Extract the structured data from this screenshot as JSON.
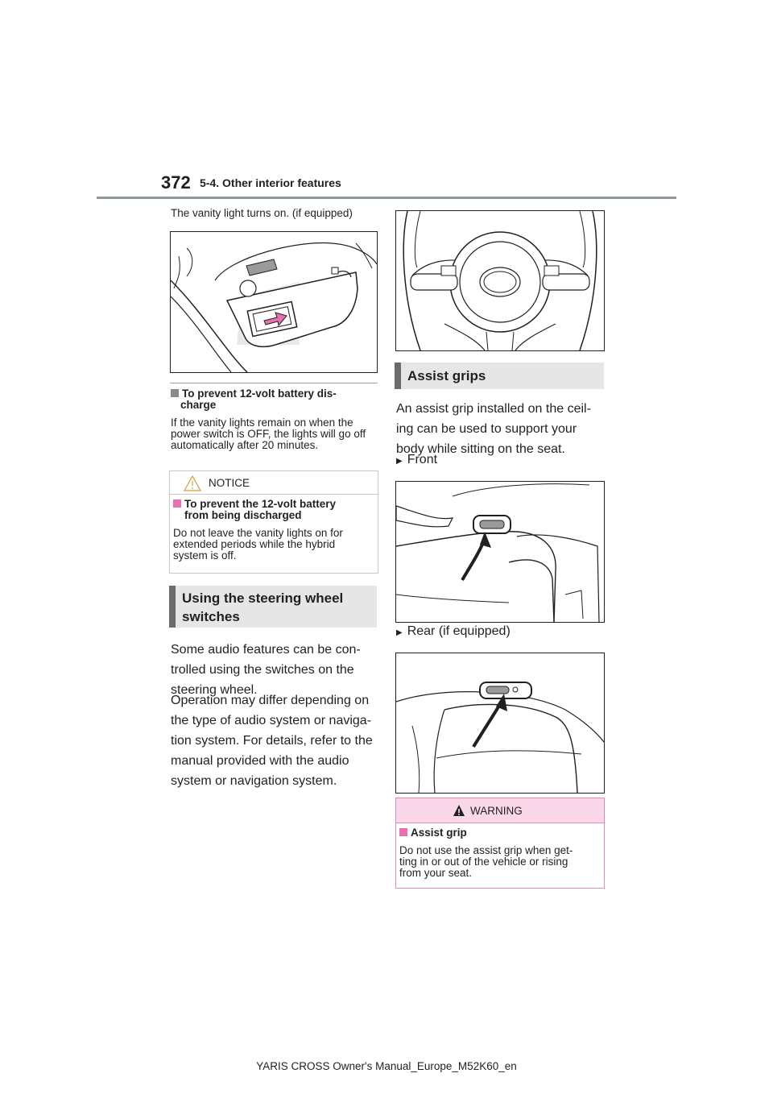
{
  "header": {
    "page_number": "372",
    "section": "5-4. Other interior features"
  },
  "left": {
    "intro": "The vanity light turns on. (if equipped)",
    "battery_tip": {
      "title_line1": "To prevent 12-volt battery dis-",
      "title_line2": "charge",
      "body_line1": "If the vanity lights remain on when the",
      "body_line2": "power switch is OFF, the lights will go off",
      "body_line3": "automatically after 20 minutes."
    },
    "notice": {
      "label": "NOTICE",
      "title_line1": "To prevent the 12-volt battery",
      "title_line2": "from being discharged",
      "body_line1": "Do not leave the vanity lights on for",
      "body_line2": "extended periods while the hybrid",
      "body_line3": "system is off."
    },
    "steering_section": {
      "heading_line1": "Using the steering wheel",
      "heading_line2": "switches",
      "p1_line1": "Some audio features can be con-",
      "p1_line2": "trolled using the switches on the",
      "p1_line3": "steering wheel.",
      "p2_line1": "Operation may differ depending on",
      "p2_line2": "the type of audio system or naviga-",
      "p2_line3": "tion system. For details, refer to the",
      "p2_line4": "manual provided with the audio",
      "p2_line5": "system or navigation system."
    }
  },
  "right": {
    "assist_section": {
      "heading": "Assist grips",
      "p_line1": "An assist grip installed on the ceil-",
      "p_line2": "ing can be used to support your",
      "p_line3": "body while sitting on the seat.",
      "front_label": "Front",
      "rear_label": "Rear (if equipped)"
    },
    "warning": {
      "label": "WARNING",
      "title": "Assist grip",
      "body_line1": "Do not use the assist grip when get-",
      "body_line2": "ting in or out of the vehicle or rising",
      "body_line3": "from your seat."
    }
  },
  "footer": {
    "text": "YARIS CROSS Owner's Manual_Europe_M52K60_en"
  },
  "colors": {
    "header_rule": "#8c9a98",
    "banner_bar": "#6b6b6b",
    "banner_bg": "#e6e6e6",
    "warning_border": "#e58bb9",
    "warning_head_bg": "#fbd7ea",
    "vanity_arrow": "#e870b0"
  }
}
